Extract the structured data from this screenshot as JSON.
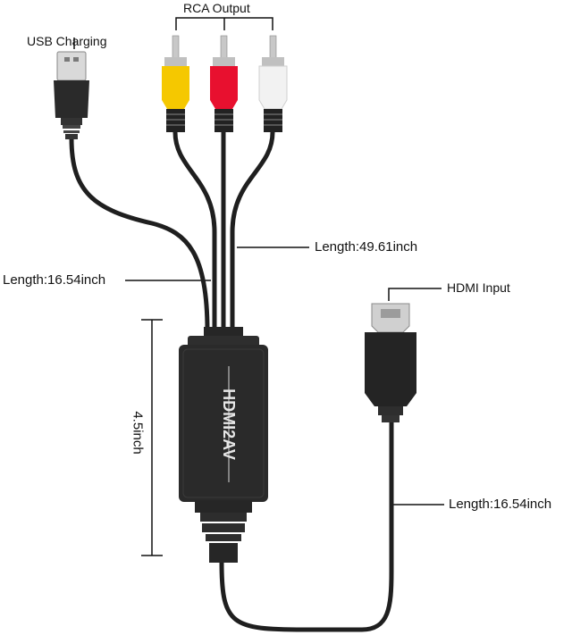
{
  "labels": {
    "rca_output": "RCA Output",
    "usb_charging": "USB Charging",
    "length_rca": "Length:49.61inch",
    "length_usb": "Length:16.54inch",
    "hdmi_input": "HDMI Input",
    "length_hdmi": "Length:16.54inch",
    "box_height": "4.5inch"
  },
  "converter_text": "HDMI2AV",
  "colors": {
    "yellow_plug": "#f5c800",
    "red_plug": "#e8102f",
    "white_plug": "#f2f2f2",
    "cable": "#1f1f1f",
    "body": "#2a2a2a"
  }
}
